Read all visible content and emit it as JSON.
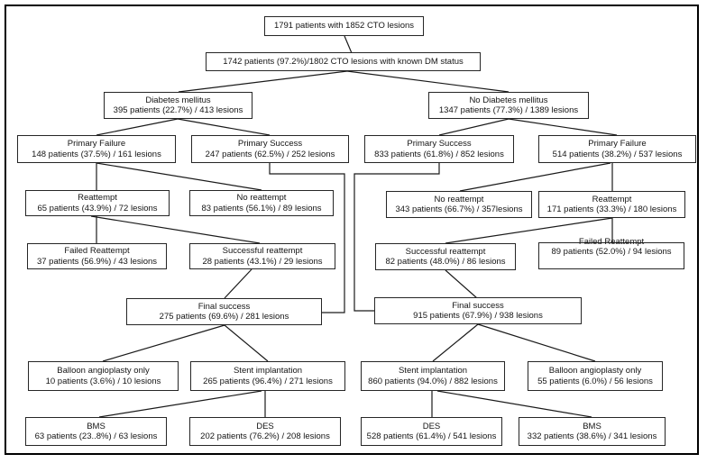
{
  "figure": {
    "type": "patient-flowchart",
    "background_color": "#ffffff",
    "line_color": "#1a1a1a",
    "nodes": {
      "root": {
        "title": "1791 patients with 1852 CTO lesions"
      },
      "known_dm": {
        "title": "1742 patients (97.2%)/1802 CTO lesions with known DM status"
      },
      "dm": {
        "title": "Diabetes mellitus",
        "stats": "395 patients (22.7%) / 413 lesions"
      },
      "no_dm": {
        "title": "No Diabetes mellitus",
        "stats": "1347 patients (77.3%) / 1389 lesions"
      },
      "pf_l": {
        "title": "Primary Failure",
        "stats": "148 patients (37.5%) / 161 lesions"
      },
      "ps_l": {
        "title": "Primary Success",
        "stats": "247 patients (62.5%) / 252 lesions"
      },
      "ps_r": {
        "title": "Primary Success",
        "stats": "833 patients (61.8%) / 852 lesions"
      },
      "pf_r": {
        "title": "Primary Failure",
        "stats": "514 patients (38.2%) / 537 lesions"
      },
      "re_l": {
        "title": "Reattempt",
        "stats": "65 patients (43.9%) / 72 lesions"
      },
      "nore_l": {
        "title": "No reattempt",
        "stats": "83 patients (56.1%) / 89 lesions"
      },
      "nore_r": {
        "title": "No reattempt",
        "stats": "343 patients (66.7%) / 357lesions"
      },
      "re_r": {
        "title": "Reattempt",
        "stats": "171 patients (33.3%) / 180 lesions"
      },
      "fre_l": {
        "title": "Failed Reattempt",
        "stats": "37 patients (56.9%) / 43 lesions"
      },
      "sre_l": {
        "title": "Successful reattempt",
        "stats": "28 patients (43.1%) / 29 lesions"
      },
      "sre_r": {
        "title": "Successful reattempt",
        "stats": "82 patients (48.0%) / 86 lesions"
      },
      "fre_r": {
        "title": "Failed Reattempt",
        "stats": "89 patients (52.0%) / 94 lesions"
      },
      "fs_l": {
        "title": "Final success",
        "stats": "275 patients (69.6%) / 281 lesions"
      },
      "fs_r": {
        "title": "Final success",
        "stats": "915 patients (67.9%) / 938 lesions"
      },
      "ba_l": {
        "title": "Balloon angioplasty only",
        "stats": "10 patients (3.6%) / 10 lesions"
      },
      "st_l": {
        "title": "Stent implantation",
        "stats": "265 patients (96.4%) / 271 lesions"
      },
      "st_r": {
        "title": "Stent implantation",
        "stats": "860 patients (94.0%) / 882 lesions"
      },
      "ba_r": {
        "title": "Balloon angioplasty only",
        "stats": "55 patients (6.0%) / 56 lesions"
      },
      "bms_l": {
        "title": "BMS",
        "stats": "63 patients (23..8%) / 63 lesions"
      },
      "des_l": {
        "title": "DES",
        "stats": "202 patients (76.2%) / 208 lesions"
      },
      "des_r": {
        "title": "DES",
        "stats": "528 patients (61.4%) / 541 lesions"
      },
      "bms_r": {
        "title": "BMS",
        "stats": "332 patients (38.6%) / 341 lesions"
      }
    },
    "edges": [
      {
        "from": "root",
        "to": "known_dm"
      },
      {
        "from": "known_dm",
        "to": "dm"
      },
      {
        "from": "known_dm",
        "to": "no_dm"
      },
      {
        "from": "dm",
        "to": "pf_l"
      },
      {
        "from": "dm",
        "to": "ps_l"
      },
      {
        "from": "no_dm",
        "to": "ps_r"
      },
      {
        "from": "no_dm",
        "to": "pf_r"
      },
      {
        "from": "pf_l",
        "to": "re_l"
      },
      {
        "from": "pf_l",
        "to": "nore_l"
      },
      {
        "from": "pf_r",
        "to": "re_r"
      },
      {
        "from": "pf_r",
        "to": "nore_r"
      },
      {
        "from": "re_l",
        "to": "fre_l"
      },
      {
        "from": "re_l",
        "to": "sre_l"
      },
      {
        "from": "re_r",
        "to": "fre_r"
      },
      {
        "from": "re_r",
        "to": "sre_r"
      },
      {
        "from": "ps_l",
        "to": "fs_l"
      },
      {
        "from": "sre_l",
        "to": "fs_l"
      },
      {
        "from": "ps_r",
        "to": "fs_r"
      },
      {
        "from": "sre_r",
        "to": "fs_r"
      },
      {
        "from": "fs_l",
        "to": "ba_l"
      },
      {
        "from": "fs_l",
        "to": "st_l"
      },
      {
        "from": "fs_r",
        "to": "st_r"
      },
      {
        "from": "fs_r",
        "to": "ba_r"
      },
      {
        "from": "st_l",
        "to": "bms_l"
      },
      {
        "from": "st_l",
        "to": "des_l"
      },
      {
        "from": "st_r",
        "to": "des_r"
      },
      {
        "from": "st_r",
        "to": "bms_r"
      }
    ]
  }
}
